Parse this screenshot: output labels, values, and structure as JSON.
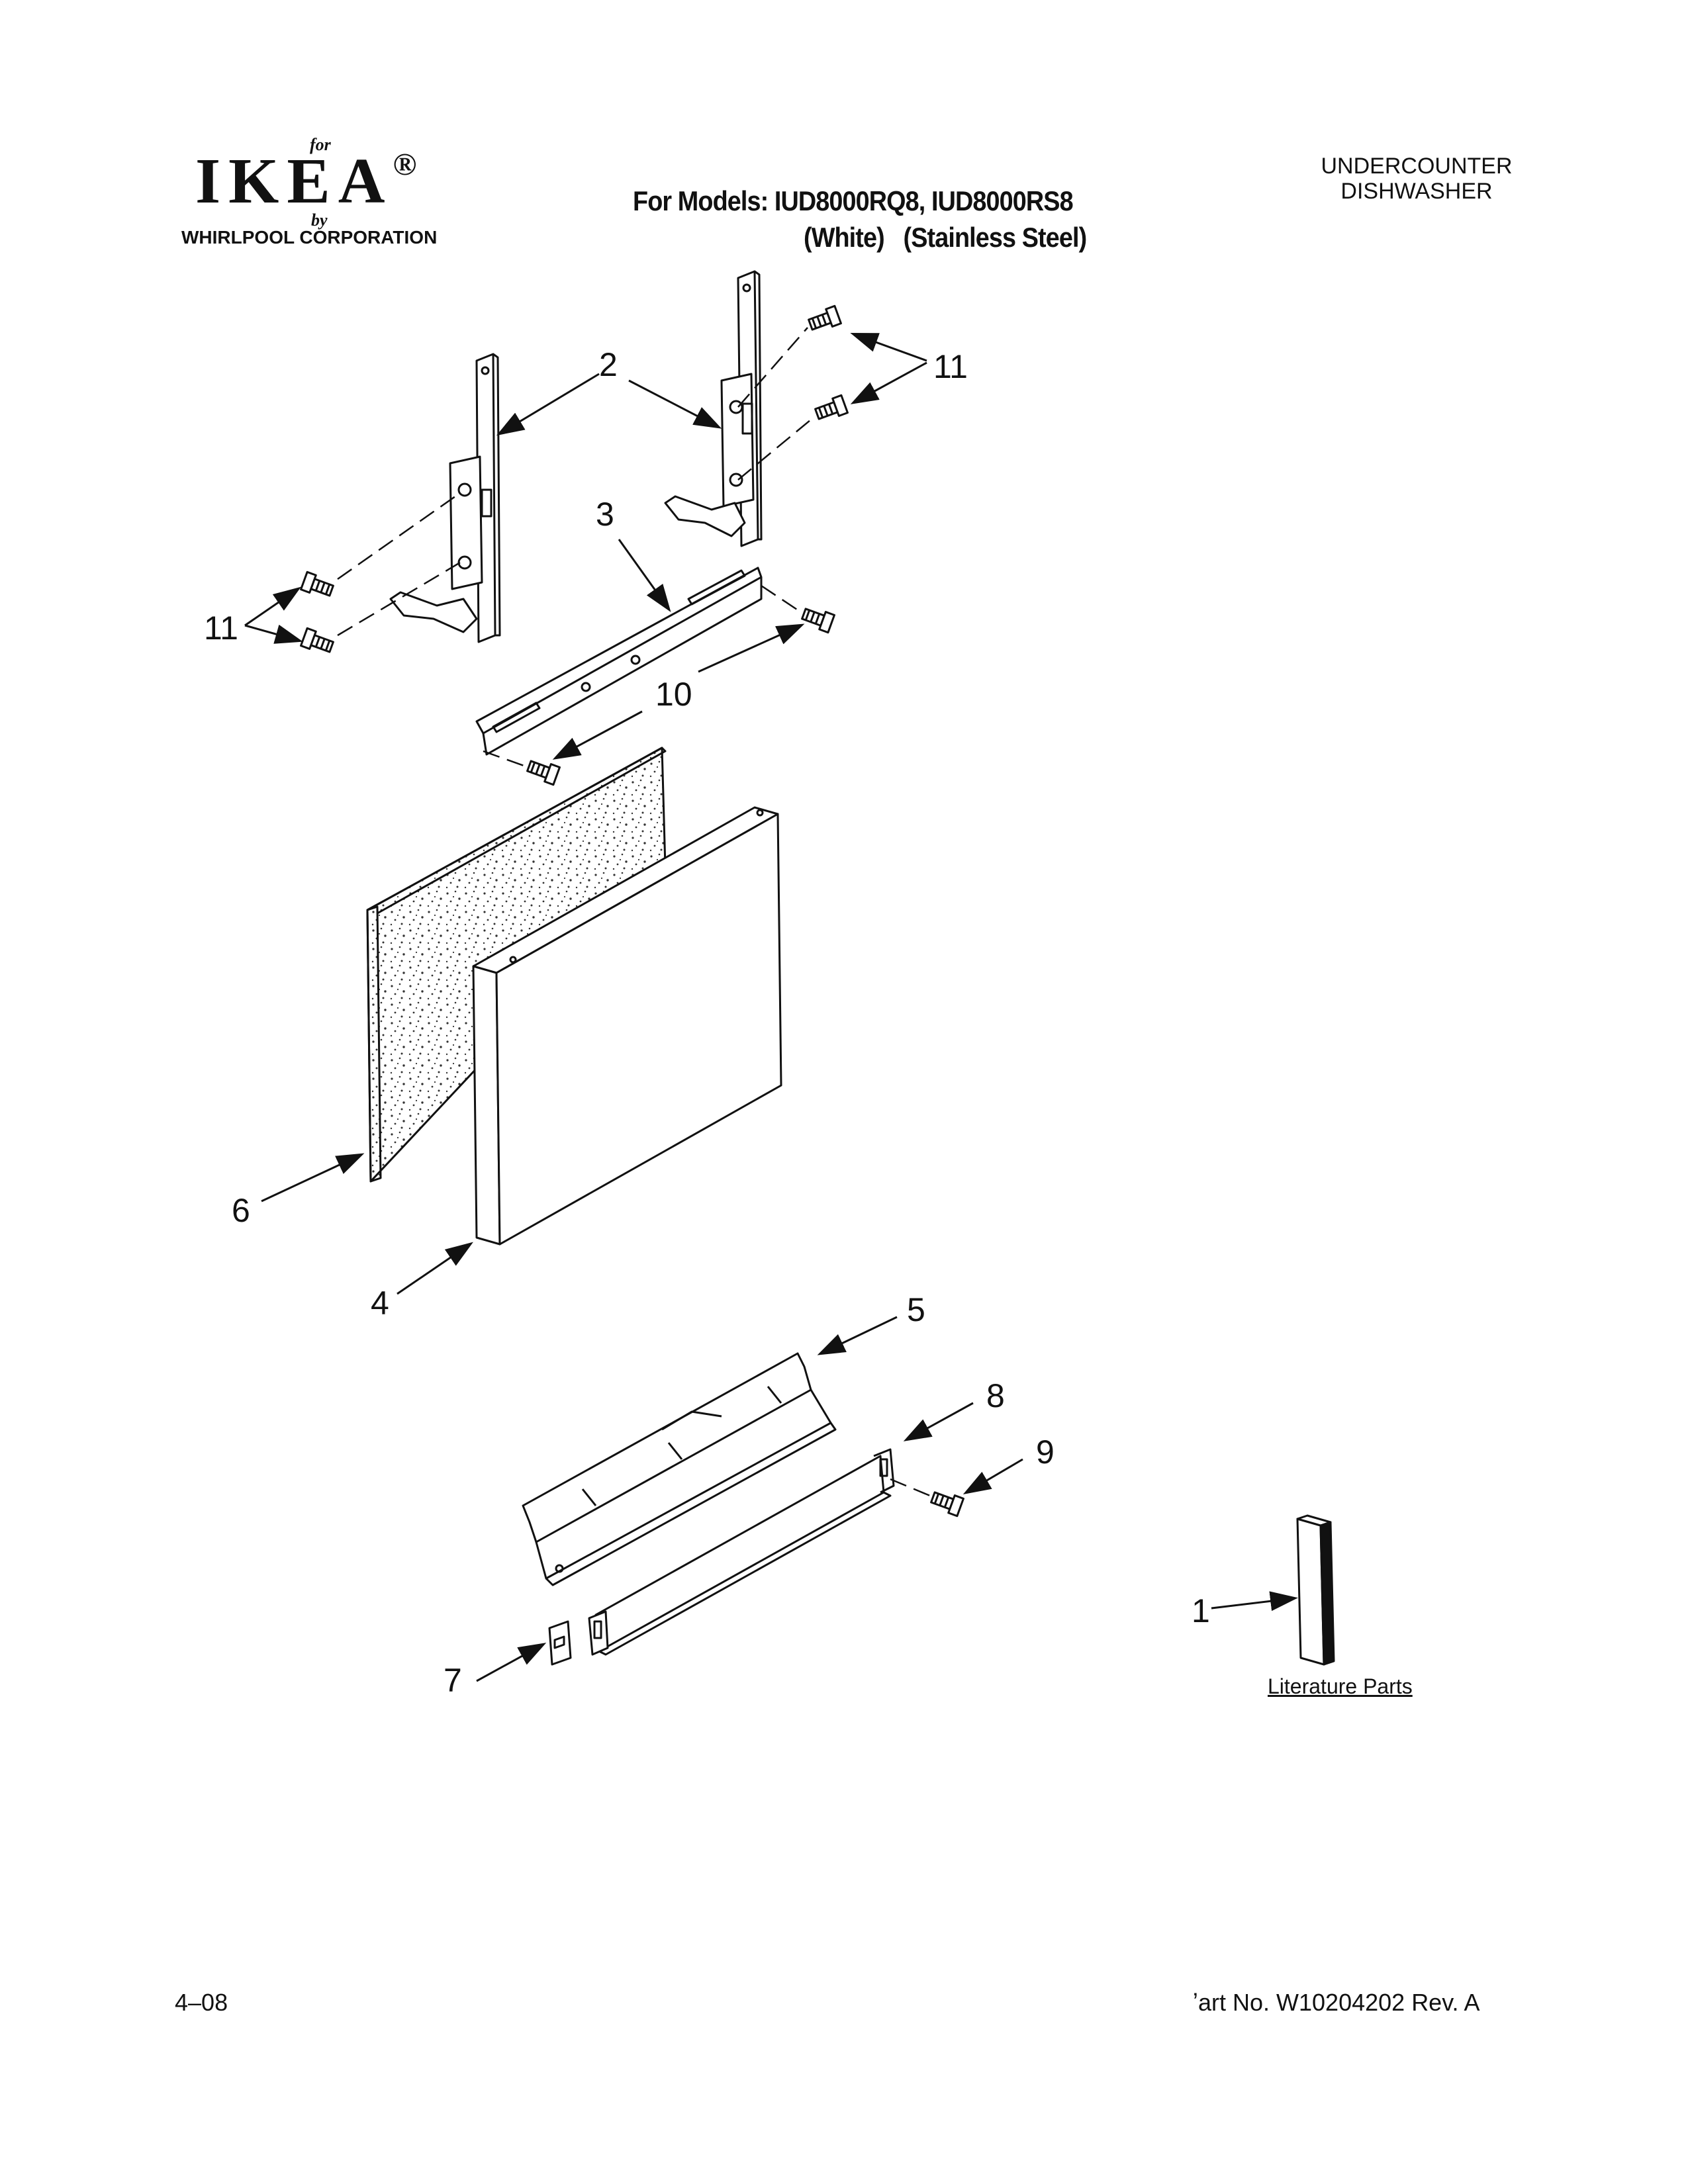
{
  "header": {
    "brand_for": "for",
    "brand_name": "IKEA",
    "brand_reg": "®",
    "brand_by": "by",
    "corporation": "WHIRLPOOL CORPORATION",
    "models_line": "For Models: IUD8000RQ8, IUD8000RS8",
    "variants_line": "(White)   (Stainless Steel)",
    "product_line1": "UNDERCOUNTER",
    "product_line2": "DISHWASHER"
  },
  "callouts": {
    "c1": "1",
    "c2": "2",
    "c3": "3",
    "c4": "4",
    "c5": "5",
    "c6": "6",
    "c7": "7",
    "c8": "8",
    "c9": "9",
    "c10": "10",
    "c11a": "11",
    "c11b": "11"
  },
  "literature_label": "Literature Parts",
  "footer": {
    "date": "4–08",
    "part_number": "ʼart No. W10204202 Rev. A"
  }
}
